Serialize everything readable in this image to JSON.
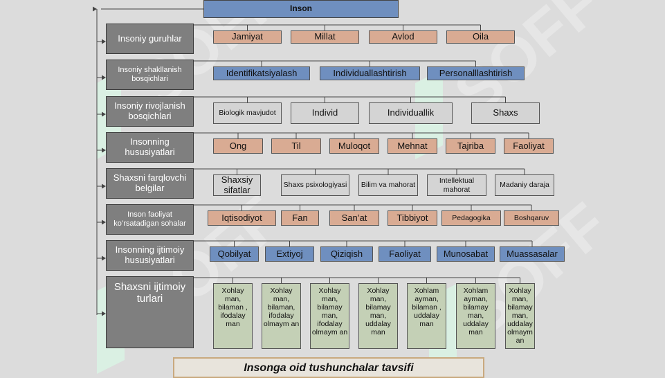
{
  "diagram": {
    "root": "Inson",
    "rows": [
      {
        "label": "Insoniy guruhlar",
        "style": "peach",
        "items": [
          "Jamiyat",
          "Millat",
          "Avlod",
          "Oila"
        ]
      },
      {
        "label": "Insoniy shakllanish bosqichlari",
        "style": "blue",
        "items": [
          "Identifikatsiyalash",
          "Individuallashtirish",
          "Personalllashtirish"
        ]
      },
      {
        "label": "Insoniy rivojlanish bosqichlari",
        "style": "grey",
        "items": [
          "Biologik mavjudot",
          "Individ",
          "Individuallik",
          "Shaxs"
        ]
      },
      {
        "label": "Insonning hususiyatlari",
        "style": "peach",
        "items": [
          "Ong",
          "Til",
          "Muloqot",
          "Mehnat",
          "Tajriba",
          "Faoliyat"
        ]
      },
      {
        "label": "Shaxsni farqlovchi belgilar",
        "style": "grey",
        "items": [
          "Shaxsiy sifatlar",
          "Shaxs psixologiyasi",
          "Bilim va mahorat",
          "Intellektual mahorat",
          "Madaniy daraja"
        ]
      },
      {
        "label": "Inson faoliyat ko’rsatadigan sohalar",
        "style": "peach",
        "items": [
          "Iqtisodiyot",
          "Fan",
          "San’at",
          "Tibbiyot",
          "Pedagogika",
          "Boshqaruv"
        ]
      },
      {
        "label": "Insonning ijtimoiy hususiyatlari",
        "style": "blue",
        "items": [
          "Qobilyat",
          "Extiyoj",
          "Qiziqish",
          "Faoliyat",
          "Munosabat",
          "Muassasalar"
        ]
      },
      {
        "label": "Shaxsni ijtimoiy turlari",
        "style": "green",
        "items": [
          "Xohlay man, bilaman , ifodalay man",
          "Xohlay man, bilaman, ifodalay olmaym an",
          "Xohlay man, bilamay man, ifodalay olmaym an",
          "Xohlay man, bilamay man, uddalay man",
          "Xohlam ayman, bilaman , uddalay man",
          "Xohlam ayman, bilamay man, uddalay man",
          "Xohlay man, bilamay man, uddalay olmaym an"
        ]
      }
    ],
    "caption": "Insonga oid tushunchalar tavsifi"
  },
  "watermark": "SOFF",
  "colors": {
    "row_label": "#7f7f7f",
    "peach": "#d9ab93",
    "blue": "#6f8fbf",
    "grey": "#d4d4d4",
    "green": "#c4d0b6",
    "watermark": "#d9f2e3"
  }
}
